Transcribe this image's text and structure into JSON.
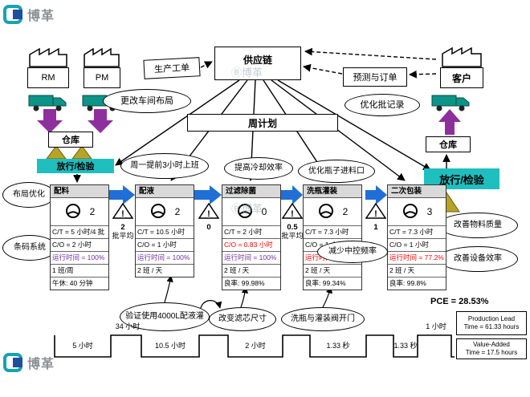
{
  "brand": {
    "logo_text": "博革",
    "watermark": "Ⓑ博革"
  },
  "suppliers": {
    "rm": "RM",
    "pm": "PM"
  },
  "customer": {
    "label": "客户"
  },
  "info": {
    "production_order": "生产工单",
    "supply_chain": "供应链",
    "forecast_orders": "预测与订单",
    "weekly_plan": "周计划"
  },
  "kaizen": {
    "change_layout": "更改车间布局",
    "optimize_batch_record": "优化批记录",
    "monday_early": "周一提前3小时上班",
    "improve_cooling": "提高冷却效率",
    "bottle_inlet": "优化瓶子进料口",
    "layout_optimization": "布局优化",
    "barcode_system": "条码系统",
    "material_quality": "改善物料质量",
    "equipment_efficiency": "改善设备效率",
    "verify_tank": "验证使用4000L配液灌",
    "filter_size": "改变滤芯尺寸",
    "valve_open": "洗瓶与灌装阀开门",
    "reduce_ipc": "减少中控频率"
  },
  "left_lane": {
    "warehouse": "仓库",
    "release": "放行/检验"
  },
  "right_lane": {
    "warehouse": "仓库",
    "release": "放行/检验"
  },
  "processes": [
    {
      "name": "配料",
      "operators": "2",
      "r1": "C/T = 5 小时/4 批",
      "r2": "C/O = 2 小时",
      "r3": "运行时间 = 100%",
      "r4": "1 班/周",
      "r5": "午休: 40 分钟"
    },
    {
      "name": "配液",
      "operators": "2",
      "r1": "C/T = 10.5 小时",
      "r2": "C/O = 1 小时",
      "r3": "运行时间 = 100%",
      "r4": "2 班 / 天"
    },
    {
      "name": "过滤除菌",
      "operators": "0",
      "r1": "C/T = 2 小时",
      "r2": "C/O = 0.83 小时",
      "r3": "运行时间 = 100%",
      "r4": "2 班 / 天",
      "r5": "良率: 99.98%"
    },
    {
      "name": "洗瓶灌装",
      "operators": "2",
      "r1": "C/T = 7.3 小时",
      "r2": "C/O = 1 小时",
      "r3": "运行时间 = 93.7%",
      "r4": "2 班 / 天",
      "r5": "良率: 99.34%"
    },
    {
      "name": "二次包装",
      "operators": "3",
      "r1": "C/T = 7.3 小时",
      "r2": "C/O = 1 小时",
      "r3": "运行时间 = 77.2%",
      "r4": "2 班 / 天",
      "r5": "良率: 99.8%"
    }
  ],
  "inventory": [
    {
      "mark": "!",
      "value": "2",
      "label": "批平均"
    },
    {
      "mark": "!",
      "value": "0",
      "label": ""
    },
    {
      "mark": "!",
      "value": "0.5",
      "label": "批平均"
    },
    {
      "mark": "!",
      "value": "1",
      "label": ""
    }
  ],
  "timeline": {
    "t1": "34 小时",
    "t2": "1 小时",
    "b1": "5 小时",
    "b2": "10.5 小时",
    "b3": "2 小时",
    "b4": "1.33 秒",
    "b5": "1.33 秒"
  },
  "metrics": {
    "pce": "PCE  = 28.53%",
    "plt1": "Production Lead",
    "plt2": "Time =  61.33 hours",
    "va1": "Value-Added",
    "va2": "Time = 17.5 hours"
  },
  "colors": {
    "cyan": "#1fbfbf",
    "purple_arrow": "#8e2f9e",
    "truck": "#0d9488",
    "blue_arrow": "#1f6fd6",
    "triangle_yellow": "#b8a327",
    "alert_red": "#ff0000",
    "stat_purple": "#7030a0",
    "logo_teal": "#13a3b5",
    "logo_blue": "#1f4e9c",
    "watermark_gray": "#97a8b0"
  }
}
